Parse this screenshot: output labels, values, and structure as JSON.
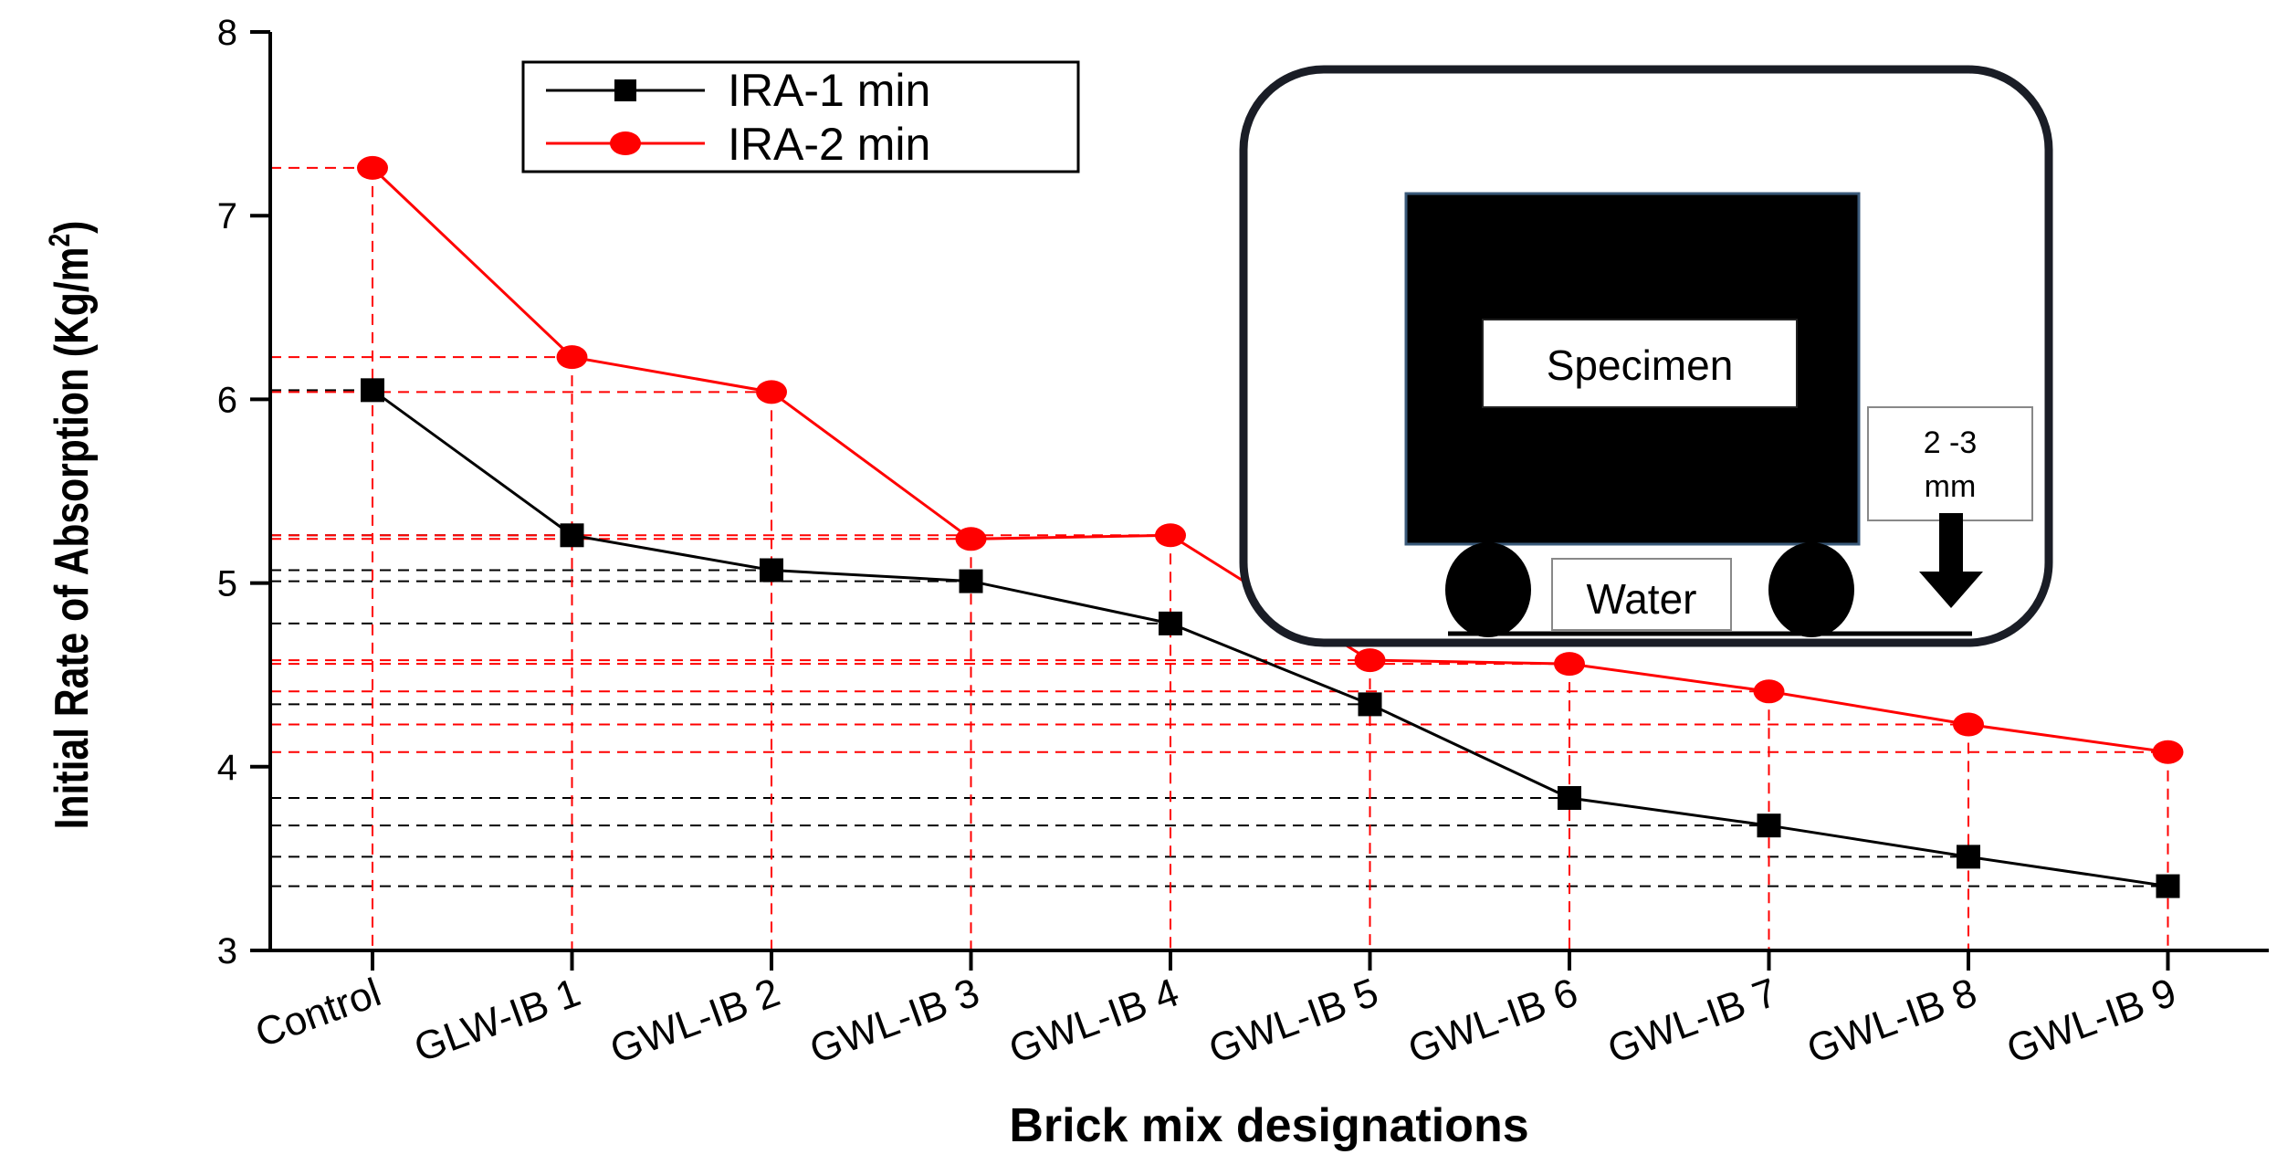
{
  "chart_data": {
    "type": "line",
    "title": "",
    "xlabel": "Brick mix designations",
    "ylabel": "Initial Rate of Absorption (Kg/m2)",
    "ylabel_main": "Initial Rate of Absorption (Kg/m",
    "ylabel_sup": "2",
    "ylabel_close": ")",
    "ylim": [
      3,
      8
    ],
    "yticks": [
      "3",
      "4",
      "5",
      "6",
      "7",
      "8"
    ],
    "categories": [
      "Control",
      "GLW-IB 1",
      "GWL-IB 2",
      "GWL-IB 3",
      "GWL-IB 4",
      "GWL-IB 5",
      "GWL-IB 6",
      "GWL-IB 7",
      "GWL-IB 8",
      "GWL-IB 9"
    ],
    "series": [
      {
        "name": "IRA-1 min",
        "color": "#000000",
        "marker": "square",
        "values": [
          6.05,
          5.26,
          5.07,
          5.01,
          4.78,
          4.34,
          3.83,
          3.68,
          3.51,
          3.35
        ]
      },
      {
        "name": "IRA-2 min",
        "color": "#ff0000",
        "marker": "circle",
        "values": [
          7.26,
          6.23,
          6.04,
          5.24,
          5.26,
          4.58,
          4.56,
          4.41,
          4.23,
          4.08
        ]
      }
    ],
    "legend_position": "top-left",
    "drop_lines": "dashed",
    "grid": false
  },
  "inset": {
    "specimen_label": "Specimen",
    "water_label": "Water",
    "gap_label_line1": "2 -3",
    "gap_label_line2": "mm"
  }
}
